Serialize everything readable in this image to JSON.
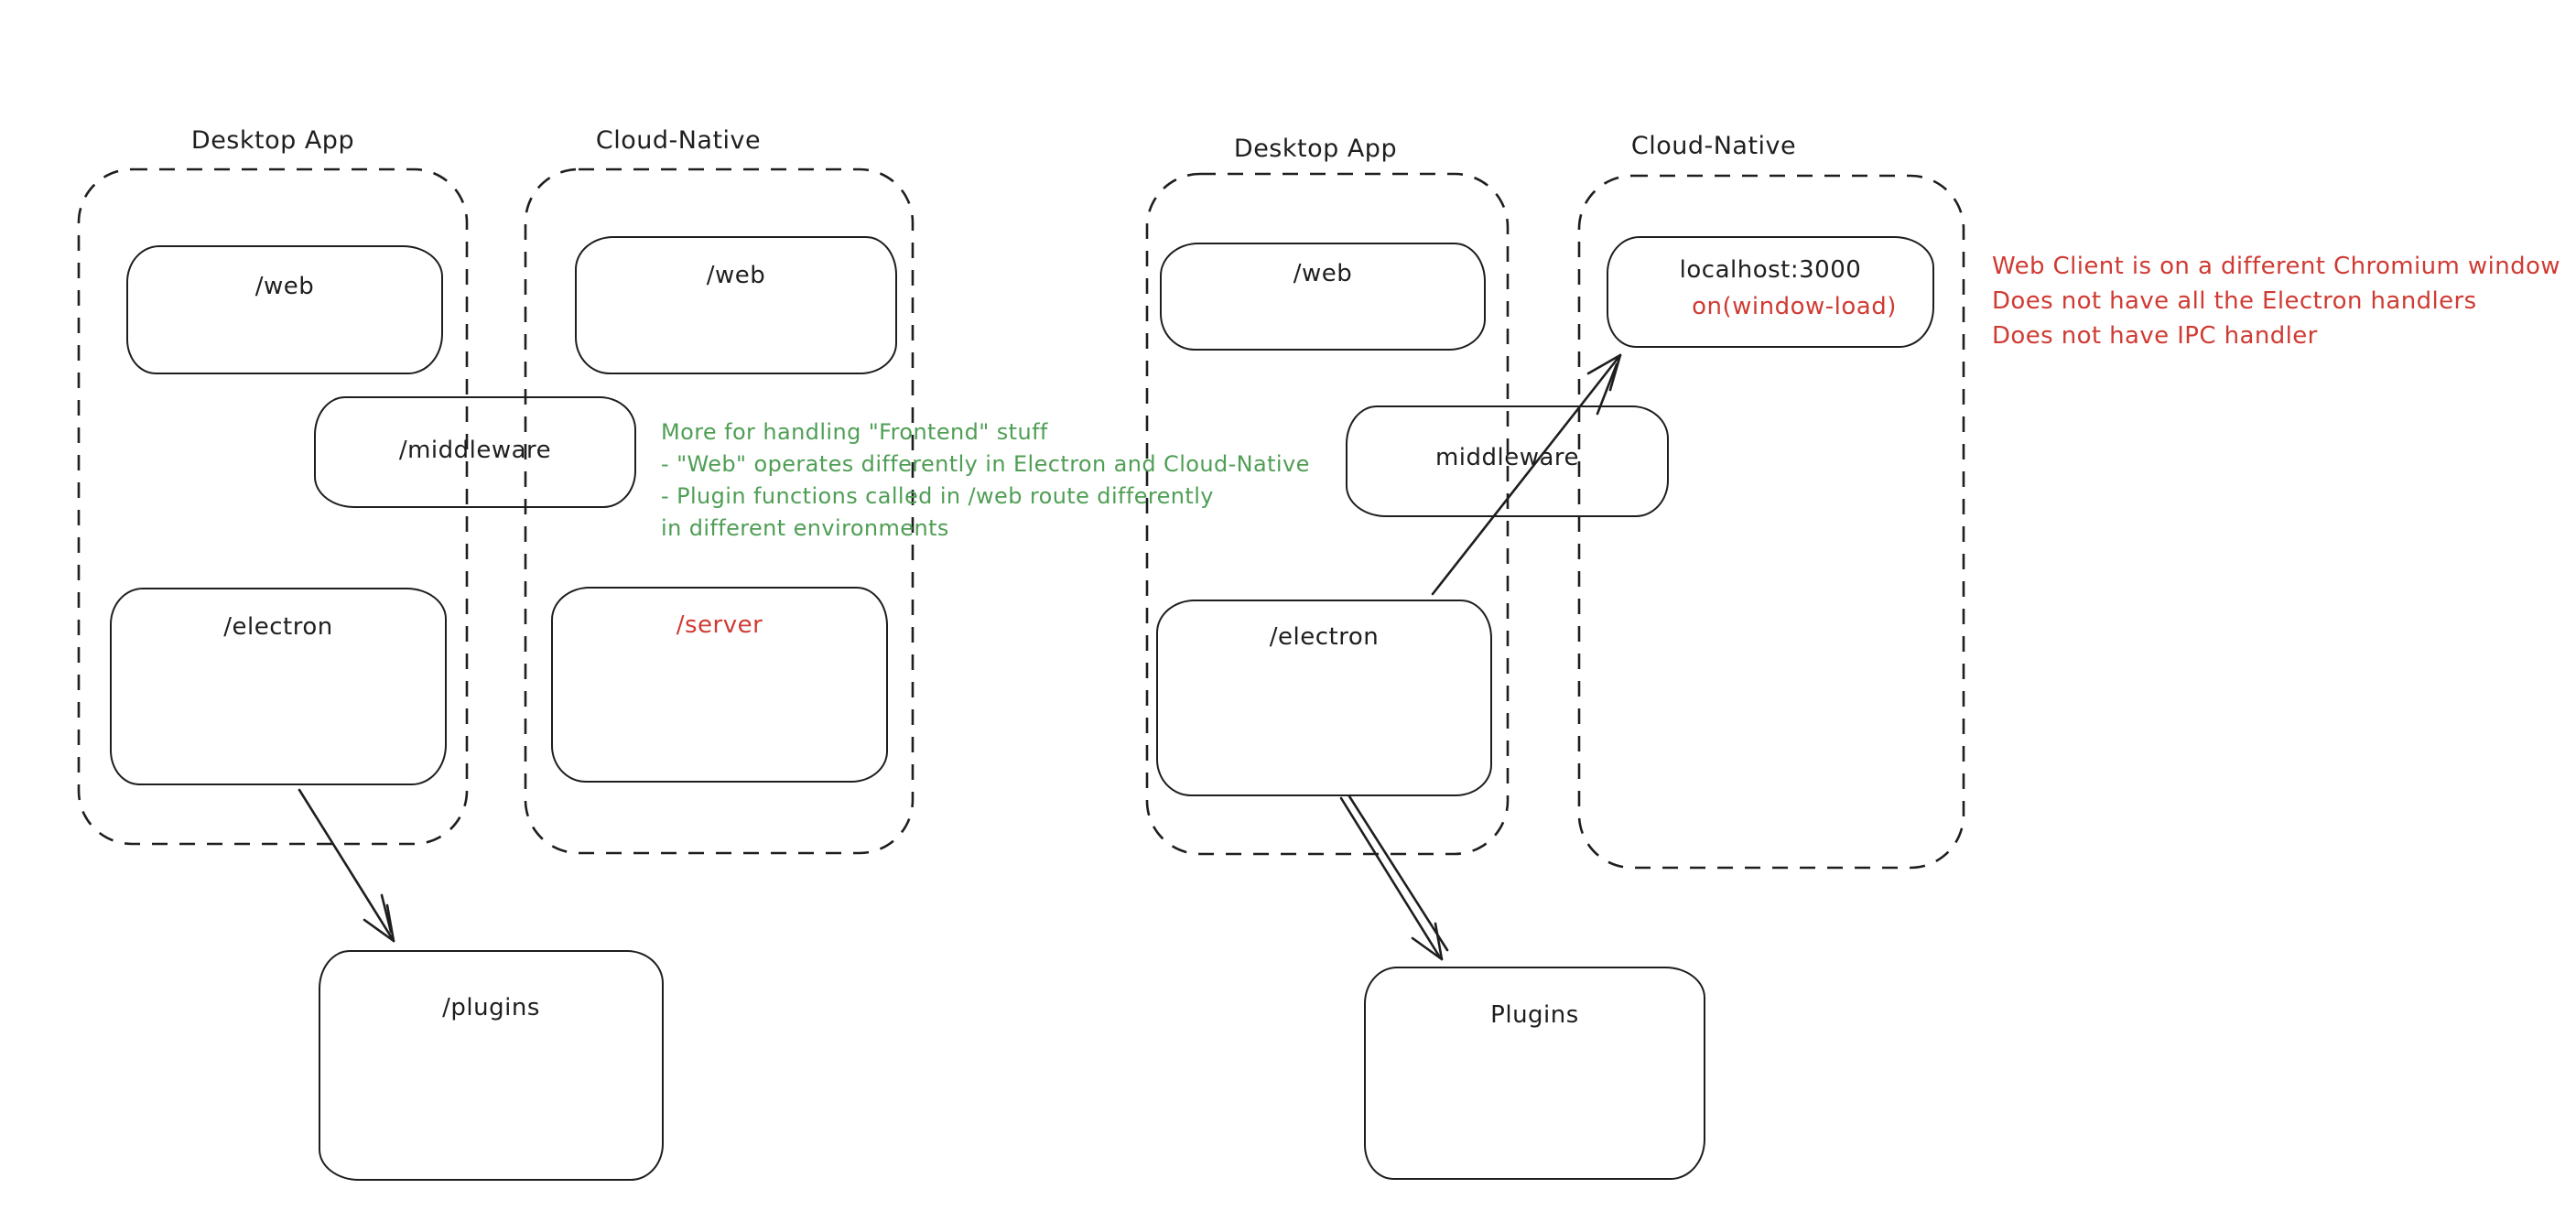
{
  "colors": {
    "ink": "#1e1e1e",
    "red": "#cf3b33",
    "green": "#4f9e55",
    "canvas_background": "#ffffff"
  },
  "left_diagram": {
    "desktop_container_label": "Desktop App",
    "cloud_container_label": "Cloud-Native",
    "web_desktop_label": "/web",
    "web_cloud_label": "/web",
    "middleware_label": "/middleware",
    "electron_label": "/electron",
    "server_label": "/server",
    "plugins_label": "/plugins",
    "green_note_lines": [
      "More for handling \"Frontend\" stuff",
      "- \"Web\" operates differently in Electron and Cloud-Native",
      "- Plugin functions called in /web route differently",
      "in different environments"
    ]
  },
  "right_diagram": {
    "desktop_container_label": "Desktop App",
    "cloud_container_label": "Cloud-Native",
    "web_label": "/web",
    "localhost_label": "localhost:3000",
    "localhost_sub_label": "on(window-load)",
    "middleware_label": "middleware",
    "electron_label": "/electron",
    "plugins_label": "Plugins",
    "red_note_lines": [
      "Web Client is on a different Chromium window",
      "Does not have all the Electron handlers",
      "Does not have IPC handler"
    ]
  }
}
